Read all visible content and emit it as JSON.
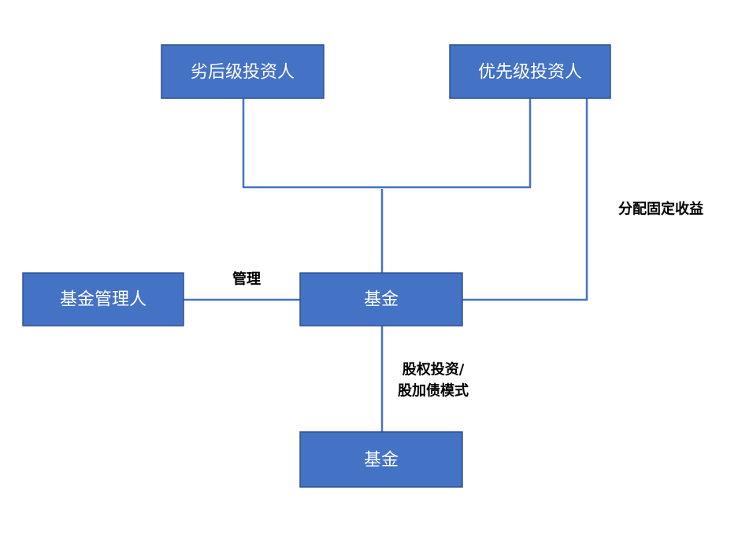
{
  "nodes": {
    "junior_investor": "劣后级投资人",
    "senior_investor": "优先级投资人",
    "fund_manager": "基金管理人",
    "fund": "基金",
    "target_fund": "基金"
  },
  "edge_labels": {
    "fixed_return": "分配固定收益",
    "management": "管理",
    "investment_line1": "股权投资/",
    "investment_line2": "股加债模式"
  },
  "colors": {
    "box_fill": "#4472C4",
    "box_border": "#2F528F",
    "line": "#4472C4",
    "box_text": "#FFFFFF",
    "label_text": "#000000"
  }
}
